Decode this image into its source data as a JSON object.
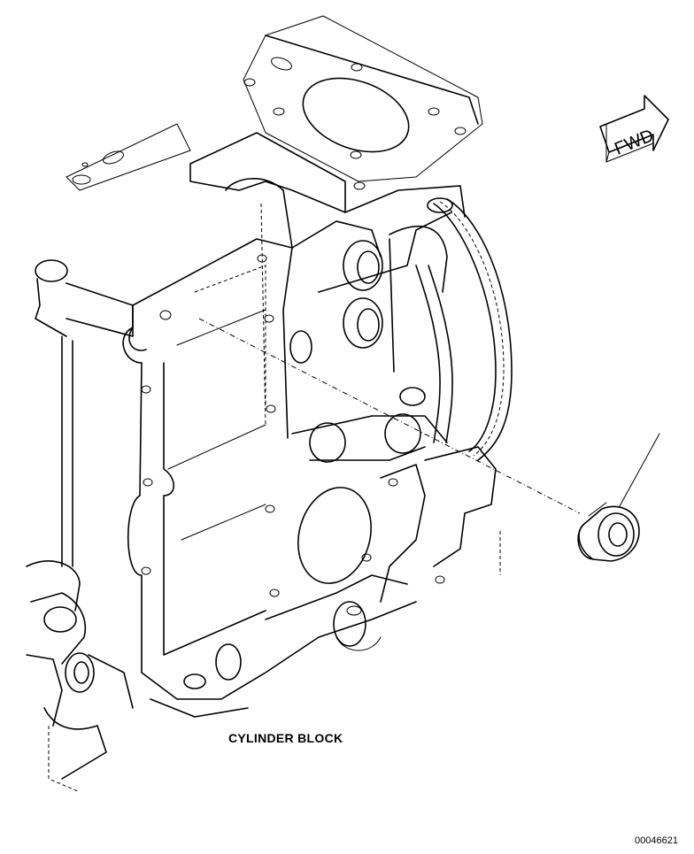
{
  "diagram": {
    "caption": "CYLINDER BLOCK",
    "figure_id": "00046621",
    "direction_arrow_text": "FWD"
  }
}
